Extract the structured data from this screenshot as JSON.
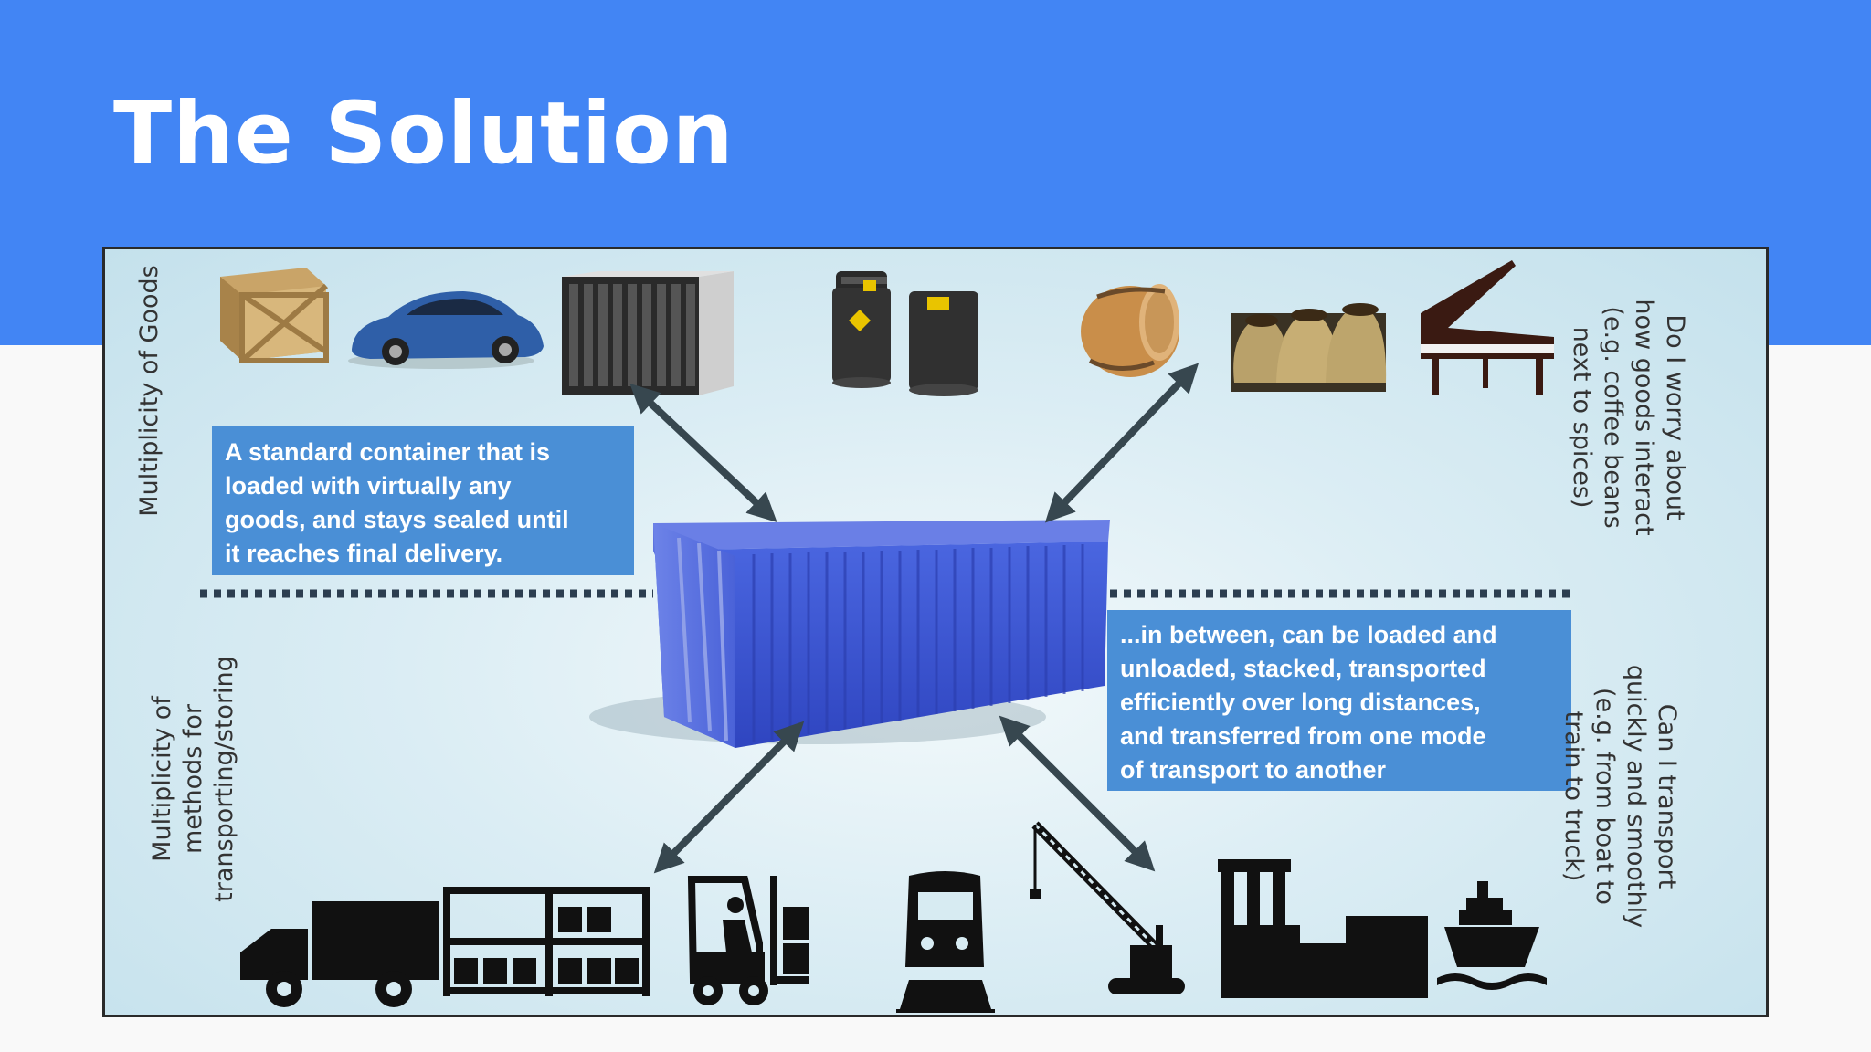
{
  "slide": {
    "title": "The Solution"
  },
  "diagram": {
    "labels": {
      "goods": "Multiplicity of Goods",
      "methods": "Multiplicity of\nmethods for\ntransporting/storing",
      "question_goods": "Do I worry about\nhow goods interact\n(e.g. coffee beans\nnext to spices)",
      "question_transport": "Can I transport\nquickly and smoothly\n(e.g. from boat to\ntrain to truck)"
    },
    "callouts": {
      "sealed": "A standard container that is\nloaded with virtually any\ngoods, and stays sealed until\nit reaches final delivery.",
      "in_between": "...in between, can be loaded and\nunloaded, stacked, transported\nefficiently over long distances,\nand transferred from one mode\nof transport to another"
    },
    "colors": {
      "header": "#4285f4",
      "callout": "#4a8fd6",
      "container": "#3a55d6",
      "arrow": "#37474f"
    },
    "goods_icons": [
      "crate-icon",
      "car-icon",
      "server-rack-icon",
      "oil-barrels-icon",
      "wooden-barrel-icon",
      "sacks-icon",
      "piano-icon"
    ],
    "transport_icons": [
      "truck-icon",
      "warehouse-shelf-icon",
      "forklift-icon",
      "train-icon",
      "crane-icon",
      "factory-icon",
      "ship-icon"
    ]
  }
}
